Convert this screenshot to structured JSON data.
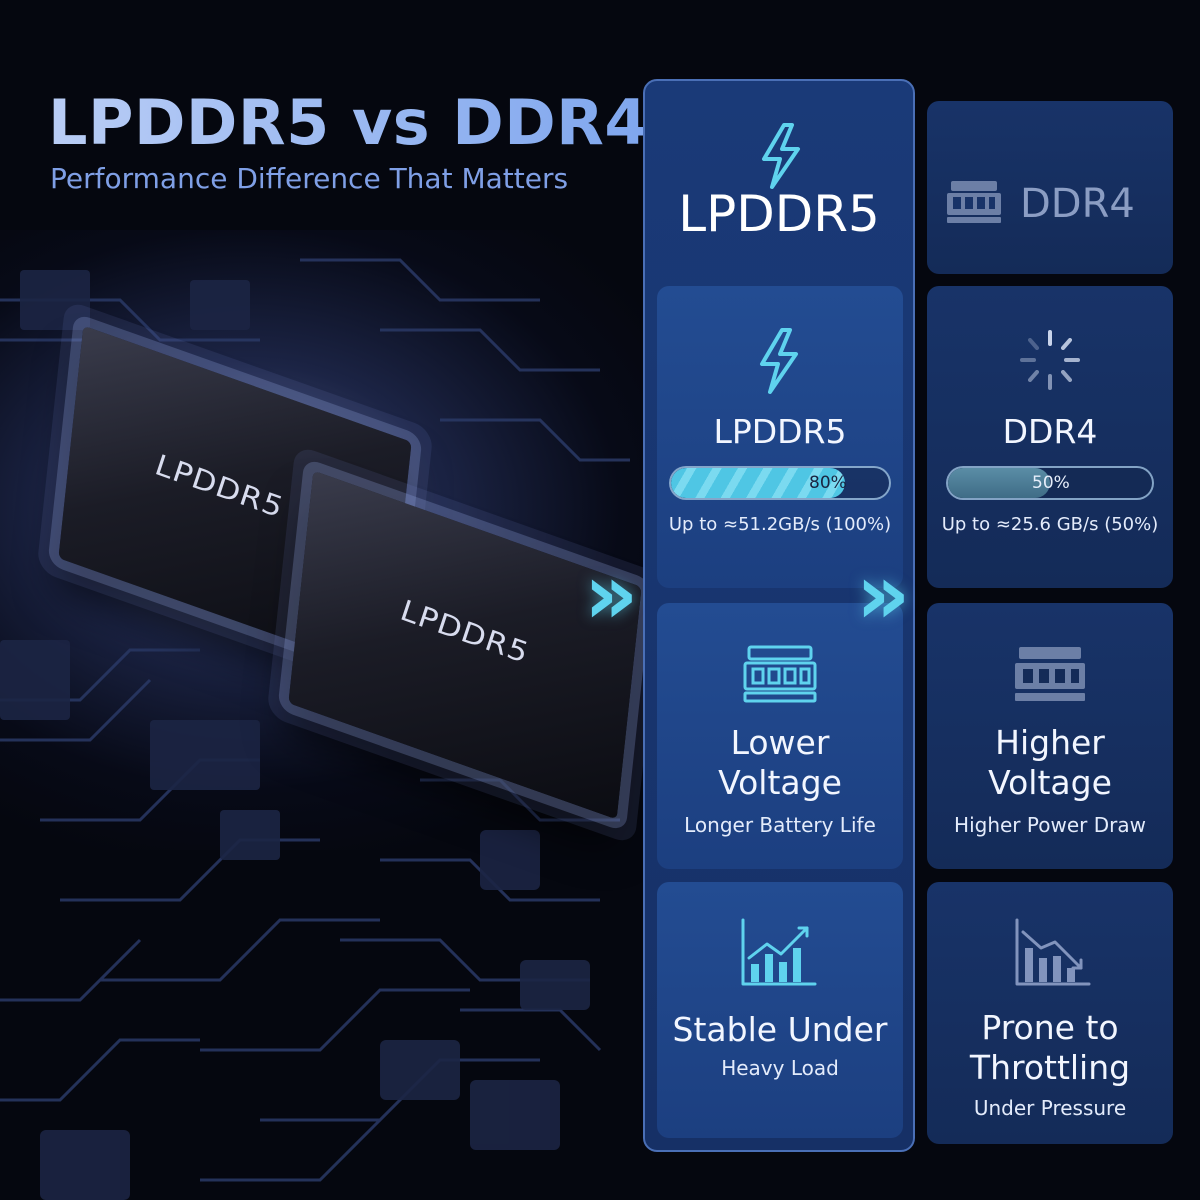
{
  "header": {
    "title": "LPDDR5 vs DDR4",
    "subtitle": "Performance Difference That Matters"
  },
  "chips": {
    "label": "LPDDR5"
  },
  "columns": {
    "lpddr5": {
      "header": "LPDDR5",
      "speed": {
        "title": "LPDDR5",
        "percent": 80,
        "percent_label": "80%",
        "caption": "Up to ≈51.2GB/s (100%)"
      },
      "voltage": {
        "title_line1": "Lower",
        "title_line2": "Voltage",
        "caption": "Longer Battery Life"
      },
      "load": {
        "title": "Stable Under",
        "caption": "Heavy Load"
      }
    },
    "ddr4": {
      "header": "DDR4",
      "speed": {
        "title": "DDR4",
        "percent": 50,
        "percent_label": "50%",
        "caption": "Up to ≈25.6 GB/s (50%)"
      },
      "voltage": {
        "title_line1": "Higher",
        "title_line2": "Voltage",
        "caption": "Higher Power Draw"
      },
      "load": {
        "title_line1": "Prone to",
        "title_line2": "Throttling",
        "caption": "Under Pressure"
      }
    }
  },
  "icons": {
    "lightning": "lightning-icon",
    "spinner": "loading-spinner-icon",
    "memory": "memory-module-icon",
    "trend_up": "chart-up-icon",
    "trend_down": "chart-down-icon",
    "arrow": "chevron-right-icon"
  },
  "colors": {
    "accent": "#5fd3ee",
    "lp_bar": "#4fc6e4",
    "dd_bar": "#4a7c94",
    "title": "#9fbff5"
  }
}
